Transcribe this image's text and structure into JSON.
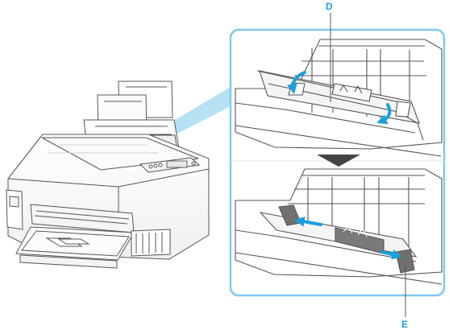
{
  "labels": {
    "d": "D",
    "e": "E"
  },
  "icons": {
    "printer": "printer-illustration",
    "step_arrow": "down-arrow-icon",
    "guide_arrow": "double-arrow-icon"
  },
  "colors": {
    "accent": "#1aa0df",
    "callout_frame": "#7dcaf0",
    "step_arrow": "#444444",
    "line": "#555555"
  }
}
